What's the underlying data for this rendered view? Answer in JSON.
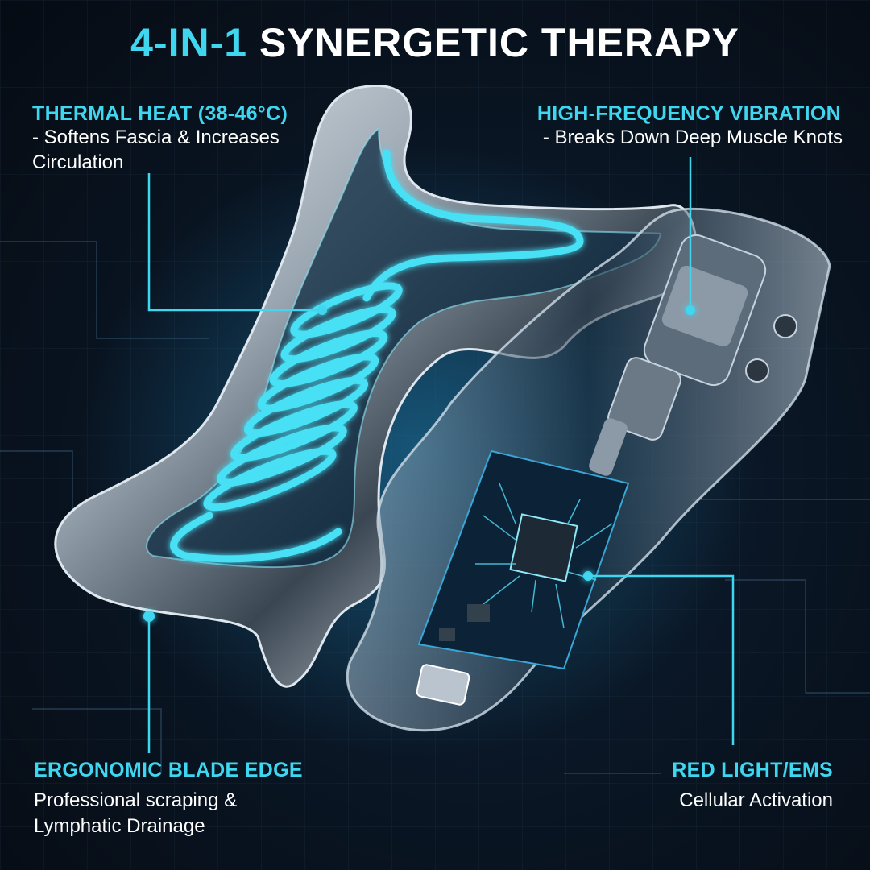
{
  "title": {
    "accent": "4-IN-1",
    "main": "SYNERGETIC THERAPY"
  },
  "features": {
    "thermal": {
      "heading": "THERMAL HEAT (38-46°C)",
      "line1": "- Softens Fascia & Increases",
      "line2": "Circulation"
    },
    "vibration": {
      "heading": "HIGH-FREQUENCY VIBRATION",
      "line1": "- Breaks Down Deep Muscle Knots"
    },
    "blade": {
      "heading": "ERGONOMIC BLADE EDGE",
      "line1": "Professional scraping &",
      "line2": "Lymphatic Drainage"
    },
    "light": {
      "heading": "RED LIGHT/EMS",
      "line1": "Cellular Activation"
    }
  },
  "colors": {
    "accent": "#3fd6ef",
    "background": "#0a1726",
    "text": "#ffffff"
  }
}
